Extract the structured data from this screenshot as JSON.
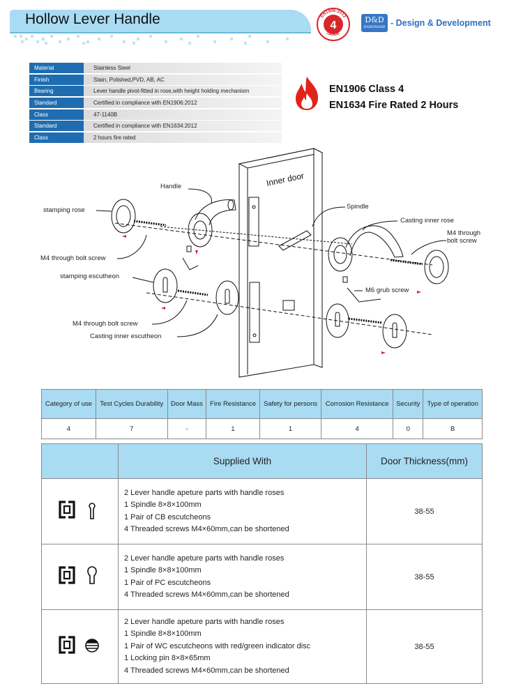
{
  "header": {
    "title": "Hollow Lever Handle",
    "seal_top": "EN1906:2012",
    "seal_grade": "4",
    "seal_bottom": "GRADE",
    "logo_text": "D&D",
    "logo_sub": "HARDWARE",
    "tagline": "- Design & Development"
  },
  "specs": [
    {
      "key": "Material",
      "value": "Stainless Steel"
    },
    {
      "key": "Finish",
      "value": "Stain, Polished,PVD, AB, AC"
    },
    {
      "key": "Bearing",
      "value": "Lever handle pivot-fitted in rose,with height holding mechanism"
    },
    {
      "key": "Standard",
      "value": "Certified in compliance with EN1906:2012"
    },
    {
      "key": "Class",
      "value": "47-1140B"
    },
    {
      "key": "Standard",
      "value": "Certified in compliance with EN1634:2012"
    },
    {
      "key": "Class",
      "value": "2 hours fire rated"
    }
  ],
  "certs": {
    "line1": "EN1906 Class 4",
    "line2": "EN1634 Fire Rated 2 Hours"
  },
  "diagram": {
    "door_label": "Inner door",
    "labels": {
      "handle": "Handle",
      "stamping_rose": "stamping rose",
      "m4_bolt_1": "M4 through bolt screw",
      "stamping_escutcheon": "stamping escutheon",
      "m4_bolt_2": "M4 through bolt screw",
      "casting_inner_escutcheon": "Casting inner escutheon",
      "spindle": "Spindle",
      "casting_inner_rose": "Casting inner rose",
      "m4_through": "M4 through",
      "bolt_screw": "bolt screw",
      "m6_grub": "M6 grub screw"
    }
  },
  "category": {
    "headers": [
      "Category of use",
      "Test Cycles Durability",
      "Door Mass",
      "Fire Resistance",
      "Safety for persons",
      "Corrosion Resistance",
      "Security",
      "Type of operation"
    ],
    "values": [
      "4",
      "7",
      "-",
      "1",
      "1",
      "4",
      "0",
      "B"
    ]
  },
  "supplied": {
    "header_supplied": "Supplied With",
    "header_thickness": "Door Thickness(mm)",
    "rows": [
      {
        "icon": "cb-escutcheon-icon",
        "items": [
          "2 Lever handle apeture parts with handle roses",
          "1 Spindle 8×8×100mm",
          "1 Pair of CB escutcheons",
          "4 Threaded screws M4×60mm,can be shortened"
        ],
        "thickness": "38-55"
      },
      {
        "icon": "pc-escutcheon-icon",
        "items": [
          "2 Lever handle apeture parts with handle roses",
          "1 Spindle 8×8×100mm",
          "1 Pair of PC escutcheons",
          "4 Threaded screws M4×60mm,can be shortened"
        ],
        "thickness": "38-55"
      },
      {
        "icon": "wc-escutcheon-icon",
        "items": [
          "2 Lever handle apeture parts with handle roses",
          "1 Spindle 8×8×100mm",
          "1 Pair of WC escutcheons with red/green indicator disc",
          "1 Locking pin 8×8×65mm",
          "4 Threaded screws M4×60mm,can be shortened"
        ],
        "thickness": "38-55"
      }
    ]
  },
  "colors": {
    "accent_blue": "#1f6db0",
    "header_light_blue": "#a9dbf3",
    "fire_red": "#e2231a",
    "seal_red": "#d8262c"
  }
}
